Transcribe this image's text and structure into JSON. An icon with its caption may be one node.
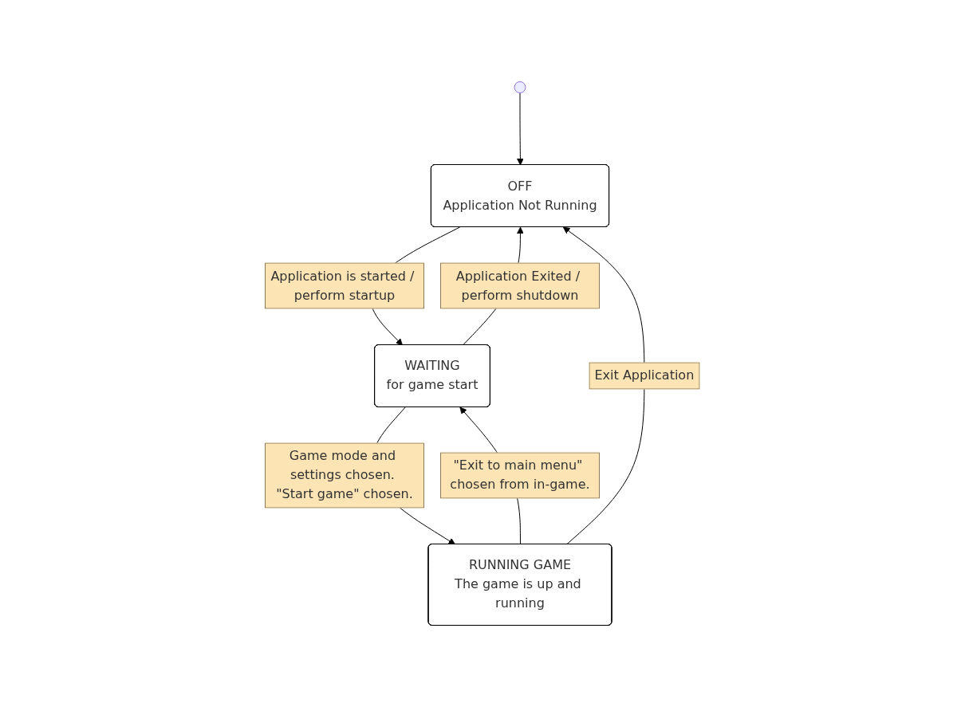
{
  "diagram": {
    "nodes": [
      {
        "text": [],
        "shape": "circle"
      },
      {
        "text": [
          "OFF",
          "Application Not Running"
        ]
      },
      {
        "text": [
          "WAITING",
          "for game start"
        ]
      },
      {
        "text": [
          "RUNNING GAME",
          "The game is up and running"
        ]
      }
    ],
    "edges": [
      {
        "from": 0,
        "to": 1,
        "arrow": "to"
      },
      {
        "from": 1,
        "to": 2,
        "arrow": "to",
        "label": "Application is started / perform startup"
      },
      {
        "from": 2,
        "to": 1,
        "arrow": "to",
        "label": "Application Exited / perform shutdown"
      },
      {
        "from": 3,
        "to": 2,
        "arrow": "to",
        "label": "\"Exit to main menu\" chosen from in-game."
      },
      {
        "from": 2,
        "to": 3,
        "arrow": "to",
        "label": "Game mode and settings chosen. \"Start game\" chosen."
      },
      {
        "from": 3,
        "to": 1,
        "arrow": "to",
        "label": "Exit Application"
      }
    ]
  }
}
